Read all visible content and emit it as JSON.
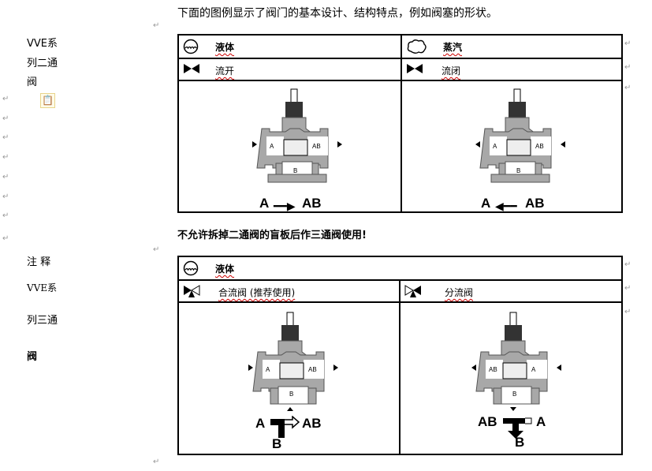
{
  "intro": "下面的图例显示了阀门的基本设计、结构特点，例如阀塞的形状。",
  "warning": "不允许拆掉二通阀的盲板后作三通阀使用!",
  "sidebar": {
    "two_way": [
      "VVE系",
      "列二通",
      "阀"
    ],
    "note": "注  释",
    "three_way": [
      "VVE系",
      "列三通",
      "阀"
    ]
  },
  "table1": {
    "medium_left": "液体",
    "medium_right": "蒸汽",
    "mode_left": "流开",
    "mode_right": "流闭",
    "left": {
      "a": "A",
      "ab": "AB",
      "b": "B",
      "from": "A",
      "to": "AB"
    },
    "right": {
      "a": "A",
      "ab": "AB",
      "b": "B",
      "from": "A",
      "to": "AB"
    }
  },
  "table2": {
    "medium": "液体",
    "mode_left": "合流阀 (推荐使用)",
    "mode_right": "分流阀",
    "left": {
      "a": "A",
      "ab": "AB",
      "b": "B",
      "top_left": "A",
      "top_right": "AB",
      "bottom": "B"
    },
    "right": {
      "a": "AB",
      "ab": "A",
      "b": "B",
      "top_left": "AB",
      "top_right": "A",
      "bottom": "B"
    }
  },
  "icons": [
    "liquid-icon",
    "steam-icon",
    "valve-symbol-icon",
    "paste-options-icon"
  ]
}
